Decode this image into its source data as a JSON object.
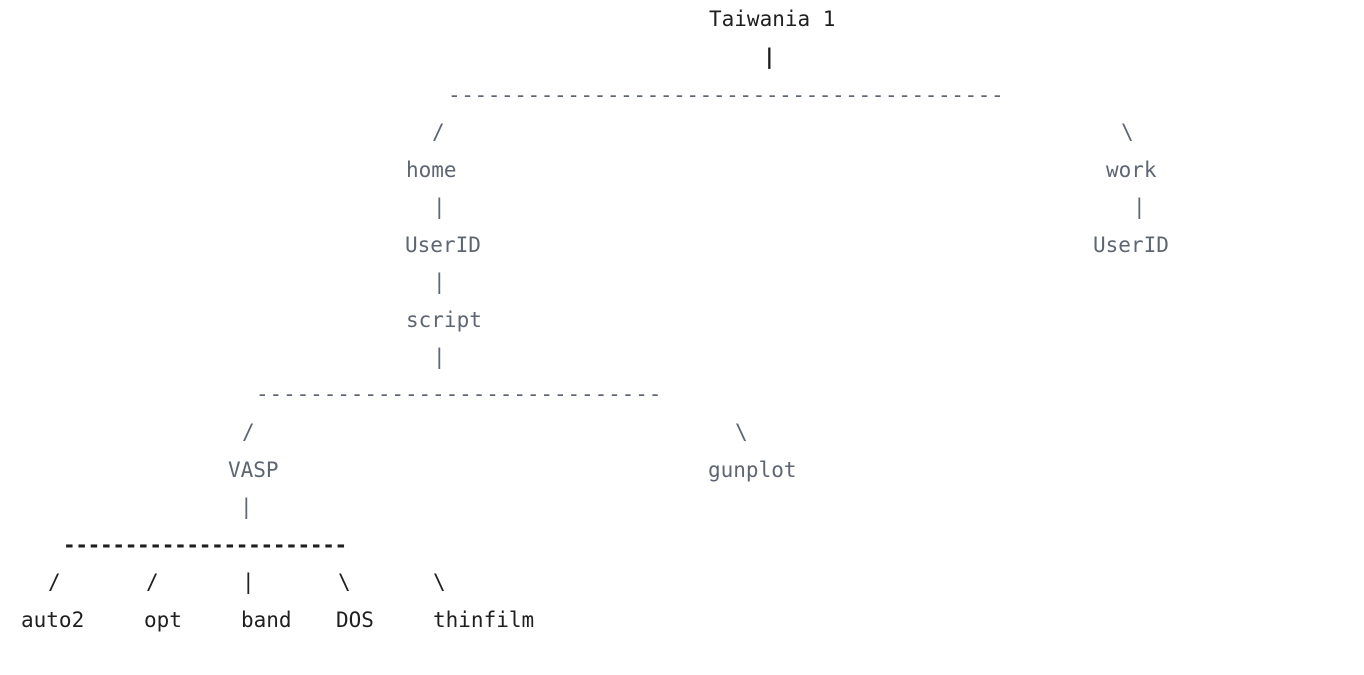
{
  "tree": {
    "root": {
      "label": "Taiwania 1"
    },
    "connectors": {
      "pipe": "|",
      "slash": "/",
      "backslash": "\\",
      "top_rule": "------------------------------------------",
      "script_rule": "------------------------------",
      "vasp_rule": "-----------------------"
    },
    "level1": {
      "home": "home",
      "work": "work"
    },
    "home_branch": {
      "userid": "UserID",
      "script": "script"
    },
    "work_branch": {
      "userid": "UserID"
    },
    "script_children": {
      "vasp": "VASP",
      "gunplot": "gunplot"
    },
    "vasp_children": [
      {
        "label": "auto2"
      },
      {
        "label": "opt"
      },
      {
        "label": "band"
      },
      {
        "label": "DOS"
      },
      {
        "label": "thinfilm"
      }
    ]
  }
}
